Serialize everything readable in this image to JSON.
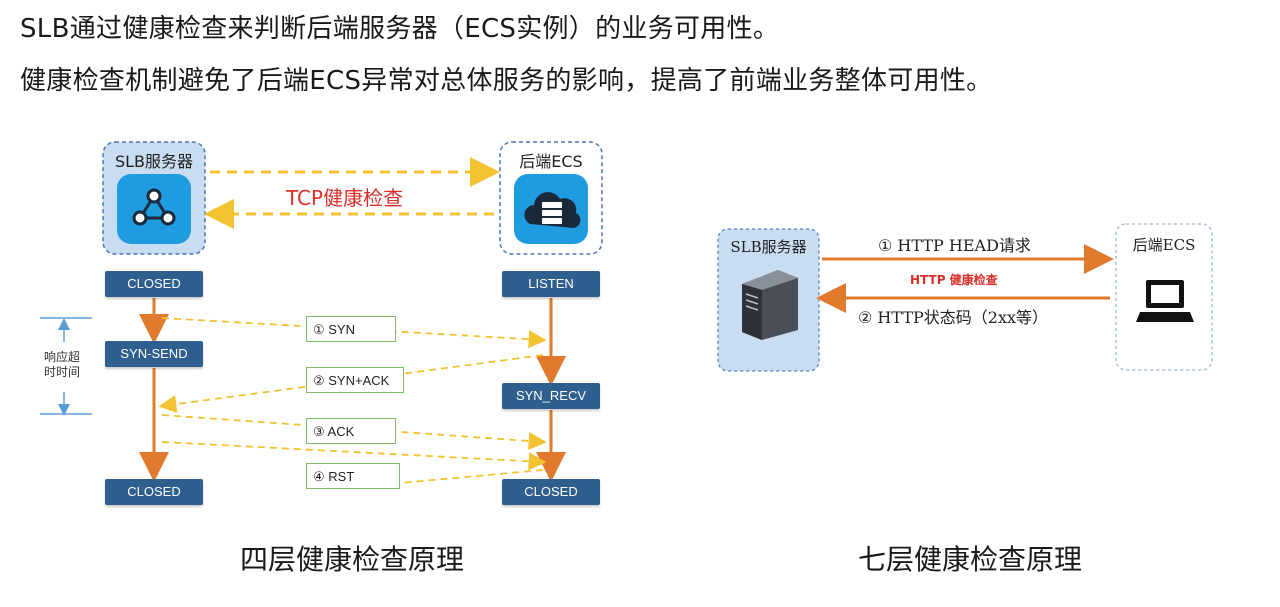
{
  "headlines": {
    "line1": "SLB通过健康检查来判断后端服务器（ECS实例）的业务可用性。",
    "line2": "健康检查机制避免了后端ECS异常对总体服务的影响，提高了前端业务整体可用性。"
  },
  "layer4": {
    "slb_label": "SLB服务器",
    "ecs_label": "后端ECS",
    "tcp_label": "TCP健康检查",
    "timeout_label_line1": "响应超",
    "timeout_label_line2": "时时间",
    "left_states": [
      "CLOSED",
      "SYN-SEND",
      "CLOSED"
    ],
    "right_states": [
      "LISTEN",
      "SYN_RECV",
      "CLOSED"
    ],
    "messages": [
      "① SYN",
      "② SYN+ACK",
      "③ ACK",
      "④ RST"
    ],
    "caption": "四层健康检查原理"
  },
  "layer7": {
    "slb_label": "SLB服务器",
    "ecs_label": "后端ECS",
    "request_label": "① HTTP HEAD请求",
    "check_label": "HTTP 健康检查",
    "response_label": "② HTTP状态码（2xx等）",
    "caption": "七层健康检查原理"
  },
  "colors": {
    "state_box": "#2f5f8f",
    "orange_arrow": "#e07b2e",
    "dashed_yellow": "#f2c230",
    "tcp_red": "#d9302c",
    "node_fill": "#c8dcf2",
    "icon_blue": "#1f9be0"
  }
}
